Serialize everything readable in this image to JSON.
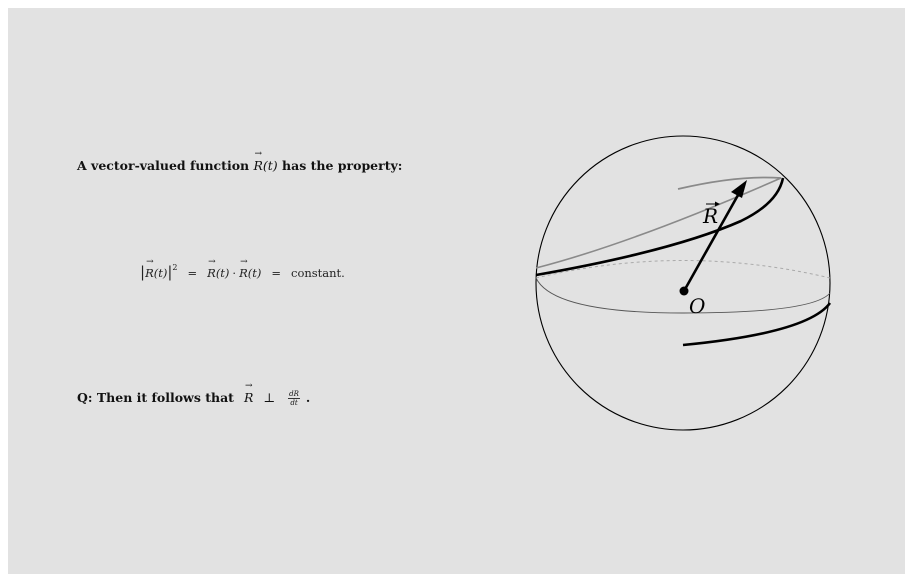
{
  "statement": {
    "prefix": "A vector-valued function ",
    "vector_letter": "R",
    "arg": "(t)",
    "suffix": " has the property:"
  },
  "formula": {
    "lhs_letter": "R",
    "lhs_arg": "(t)",
    "power": "2",
    "equals1": "=",
    "mid_letter_a": "R",
    "mid_arg_a": "(t)",
    "dot": "·",
    "mid_letter_b": "R",
    "mid_arg_b": "(t)",
    "equals2": "=",
    "rhs": "constant."
  },
  "question": {
    "prefix": "Q: Then it follows that",
    "vector_letter": "R",
    "perp": "⊥",
    "deriv_num": "dR",
    "deriv_den": "dt",
    "suffix": "."
  },
  "diagram": {
    "vector_label": "R",
    "origin_label": "O"
  },
  "colors": {
    "background": "#e2e2e2",
    "curve_front": "#000000",
    "curve_back": "#8a8a8a"
  }
}
